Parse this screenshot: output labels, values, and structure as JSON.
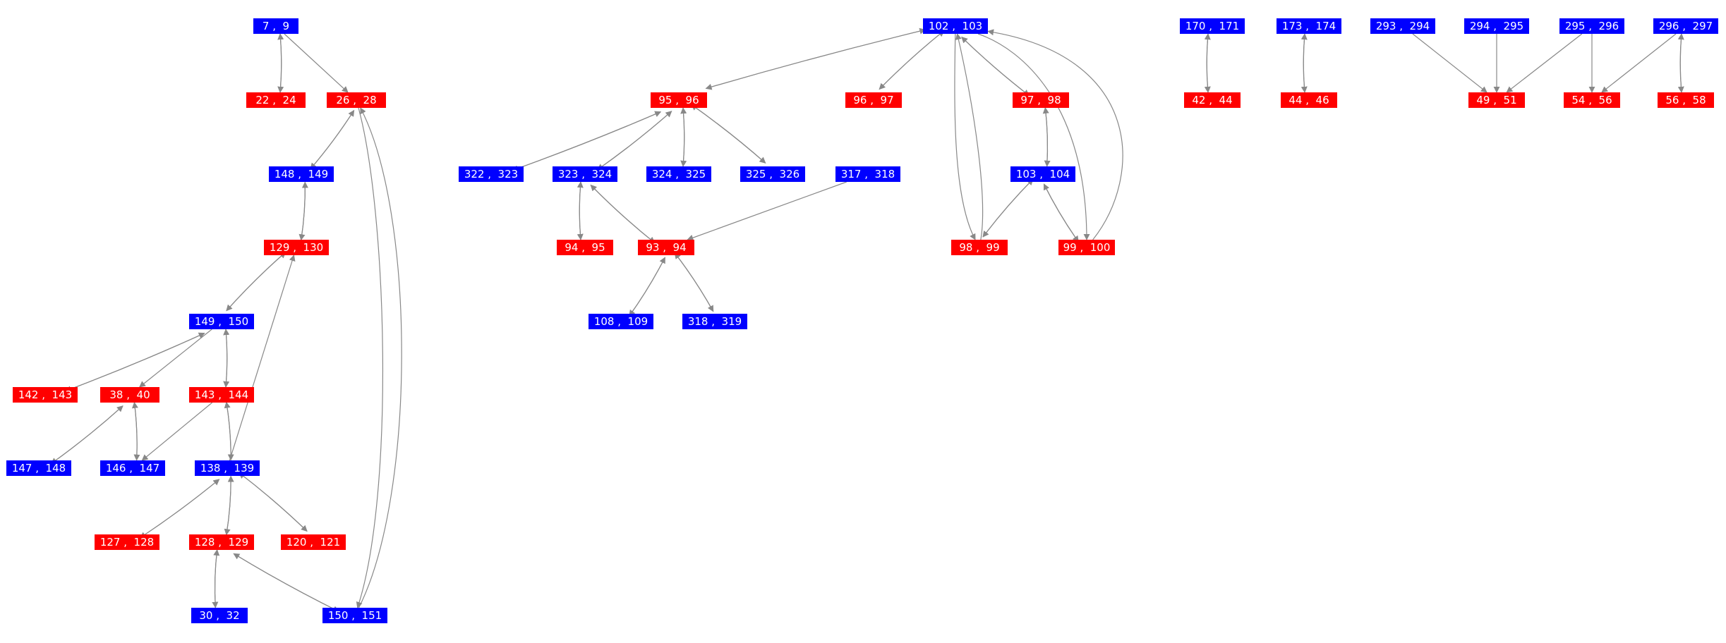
{
  "colors": {
    "blue": "#0000ff",
    "red": "#ff0000",
    "edge": "#888888",
    "label": "#ffffff"
  },
  "nodes": [
    {
      "id": "7,9",
      "label": "7 ,  9",
      "color": "blue"
    },
    {
      "id": "22,24",
      "label": "22 ,  24",
      "color": "red"
    },
    {
      "id": "26,28",
      "label": "26 ,  28",
      "color": "red"
    },
    {
      "id": "148,149",
      "label": "148 ,  149",
      "color": "blue"
    },
    {
      "id": "129,130",
      "label": "129 ,  130",
      "color": "red"
    },
    {
      "id": "149,150",
      "label": "149 ,  150",
      "color": "blue"
    },
    {
      "id": "142,143",
      "label": "142 ,  143",
      "color": "red"
    },
    {
      "id": "38,40",
      "label": "38 ,  40",
      "color": "red"
    },
    {
      "id": "143,144",
      "label": "143 ,  144",
      "color": "red"
    },
    {
      "id": "147,148",
      "label": "147 ,  148",
      "color": "blue"
    },
    {
      "id": "146,147",
      "label": "146 ,  147",
      "color": "blue"
    },
    {
      "id": "138,139",
      "label": "138 ,  139",
      "color": "blue"
    },
    {
      "id": "127,128",
      "label": "127 ,  128",
      "color": "red"
    },
    {
      "id": "128,129",
      "label": "128 ,  129",
      "color": "red"
    },
    {
      "id": "120,121",
      "label": "120 ,  121",
      "color": "red"
    },
    {
      "id": "30,32",
      "label": "30 ,  32",
      "color": "blue"
    },
    {
      "id": "150,151",
      "label": "150 ,  151",
      "color": "blue"
    },
    {
      "id": "102,103",
      "label": "102 ,  103",
      "color": "blue"
    },
    {
      "id": "95,96",
      "label": "95 ,  96",
      "color": "red"
    },
    {
      "id": "96,97",
      "label": "96 ,  97",
      "color": "red"
    },
    {
      "id": "97,98",
      "label": "97 ,  98",
      "color": "red"
    },
    {
      "id": "322,323",
      "label": "322 ,  323",
      "color": "blue"
    },
    {
      "id": "323,324",
      "label": "323 ,  324",
      "color": "blue"
    },
    {
      "id": "324,325",
      "label": "324 ,  325",
      "color": "blue"
    },
    {
      "id": "325,326",
      "label": "325 ,  326",
      "color": "blue"
    },
    {
      "id": "317,318",
      "label": "317 ,  318",
      "color": "blue"
    },
    {
      "id": "103,104",
      "label": "103 ,  104",
      "color": "blue"
    },
    {
      "id": "94,95",
      "label": "94 ,  95",
      "color": "red"
    },
    {
      "id": "93,94",
      "label": "93 ,  94",
      "color": "red"
    },
    {
      "id": "98,99",
      "label": "98 ,  99",
      "color": "red"
    },
    {
      "id": "99,100",
      "label": "99 ,  100",
      "color": "red"
    },
    {
      "id": "108,109",
      "label": "108 ,  109",
      "color": "blue"
    },
    {
      "id": "318,319",
      "label": "318 ,  319",
      "color": "blue"
    },
    {
      "id": "170,171",
      "label": "170 ,  171",
      "color": "blue"
    },
    {
      "id": "42,44",
      "label": "42 ,  44",
      "color": "red"
    },
    {
      "id": "173,174",
      "label": "173 ,  174",
      "color": "blue"
    },
    {
      "id": "44,46",
      "label": "44 ,  46",
      "color": "red"
    },
    {
      "id": "293,294",
      "label": "293 ,  294",
      "color": "blue"
    },
    {
      "id": "294,295",
      "label": "294 ,  295",
      "color": "blue"
    },
    {
      "id": "295,296",
      "label": "295 ,  296",
      "color": "blue"
    },
    {
      "id": "296,297",
      "label": "296 ,  297",
      "color": "blue"
    },
    {
      "id": "49,51",
      "label": "49 ,  51",
      "color": "red"
    },
    {
      "id": "54,56",
      "label": "54 ,  56",
      "color": "red"
    },
    {
      "id": "56,58",
      "label": "56 ,  58",
      "color": "red"
    }
  ],
  "edges": [
    [
      "7,9",
      "22,24"
    ],
    [
      "22,24",
      "7,9"
    ],
    [
      "7,9",
      "26,28"
    ],
    [
      "26,28",
      "148,149"
    ],
    [
      "148,149",
      "26,28"
    ],
    [
      "148,149",
      "129,130"
    ],
    [
      "129,130",
      "148,149"
    ],
    [
      "129,130",
      "149,150"
    ],
    [
      "149,150",
      "129,130"
    ],
    [
      "149,150",
      "142,143"
    ],
    [
      "142,143",
      "149,150"
    ],
    [
      "149,150",
      "38,40"
    ],
    [
      "149,150",
      "143,144"
    ],
    [
      "143,144",
      "149,150"
    ],
    [
      "38,40",
      "147,148"
    ],
    [
      "147,148",
      "38,40"
    ],
    [
      "38,40",
      "146,147"
    ],
    [
      "146,147",
      "38,40"
    ],
    [
      "143,144",
      "146,147"
    ],
    [
      "143,144",
      "138,139"
    ],
    [
      "138,139",
      "143,144"
    ],
    [
      "138,139",
      "129,130"
    ],
    [
      "138,139",
      "127,128"
    ],
    [
      "127,128",
      "138,139"
    ],
    [
      "138,139",
      "128,129"
    ],
    [
      "128,129",
      "138,139"
    ],
    [
      "138,139",
      "120,121"
    ],
    [
      "120,121",
      "138,139"
    ],
    [
      "128,129",
      "30,32"
    ],
    [
      "30,32",
      "128,129"
    ],
    [
      "128,129",
      "150,151"
    ],
    [
      "150,151",
      "128,129"
    ],
    [
      "26,28",
      "150,151"
    ],
    [
      "150,151",
      "26,28"
    ],
    [
      "102,103",
      "95,96"
    ],
    [
      "95,96",
      "102,103"
    ],
    [
      "102,103",
      "96,97"
    ],
    [
      "96,97",
      "102,103"
    ],
    [
      "102,103",
      "97,98"
    ],
    [
      "97,98",
      "102,103"
    ],
    [
      "102,103",
      "98,99"
    ],
    [
      "98,99",
      "102,103"
    ],
    [
      "102,103",
      "99,100"
    ],
    [
      "99,100",
      "102,103"
    ],
    [
      "95,96",
      "322,323"
    ],
    [
      "322,323",
      "95,96"
    ],
    [
      "95,96",
      "323,324"
    ],
    [
      "323,324",
      "95,96"
    ],
    [
      "95,96",
      "324,325"
    ],
    [
      "324,325",
      "95,96"
    ],
    [
      "95,96",
      "325,326"
    ],
    [
      "325,326",
      "95,96"
    ],
    [
      "317,318",
      "93,94"
    ],
    [
      "323,324",
      "94,95"
    ],
    [
      "94,95",
      "323,324"
    ],
    [
      "323,324",
      "93,94"
    ],
    [
      "93,94",
      "323,324"
    ],
    [
      "93,94",
      "108,109"
    ],
    [
      "108,109",
      "93,94"
    ],
    [
      "93,94",
      "318,319"
    ],
    [
      "318,319",
      "93,94"
    ],
    [
      "97,98",
      "103,104"
    ],
    [
      "103,104",
      "97,98"
    ],
    [
      "103,104",
      "98,99"
    ],
    [
      "98,99",
      "103,104"
    ],
    [
      "103,104",
      "99,100"
    ],
    [
      "99,100",
      "103,104"
    ],
    [
      "170,171",
      "42,44"
    ],
    [
      "42,44",
      "170,171"
    ],
    [
      "173,174",
      "44,46"
    ],
    [
      "44,46",
      "173,174"
    ],
    [
      "293,294",
      "49,51"
    ],
    [
      "294,295",
      "49,51"
    ],
    [
      "295,296",
      "49,51"
    ],
    [
      "295,296",
      "54,56"
    ],
    [
      "296,297",
      "54,56"
    ],
    [
      "296,297",
      "56,58"
    ],
    [
      "56,58",
      "296,297"
    ]
  ]
}
